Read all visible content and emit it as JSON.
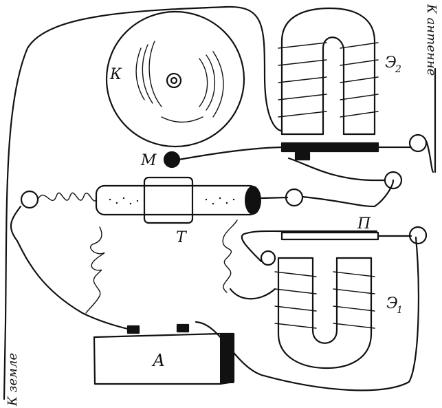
{
  "labels": {
    "bell": "К",
    "magnet_top": "Э",
    "magnet_top_sub": "2",
    "mallet": "М",
    "tube": "Т",
    "contact": "П",
    "magnet_bottom": "Э",
    "magnet_bottom_sub": "1",
    "battery": "А",
    "antenna": "К антенне",
    "ground": "К земле"
  },
  "colors": {
    "ink": "#111111",
    "paper": "#ffffff"
  }
}
